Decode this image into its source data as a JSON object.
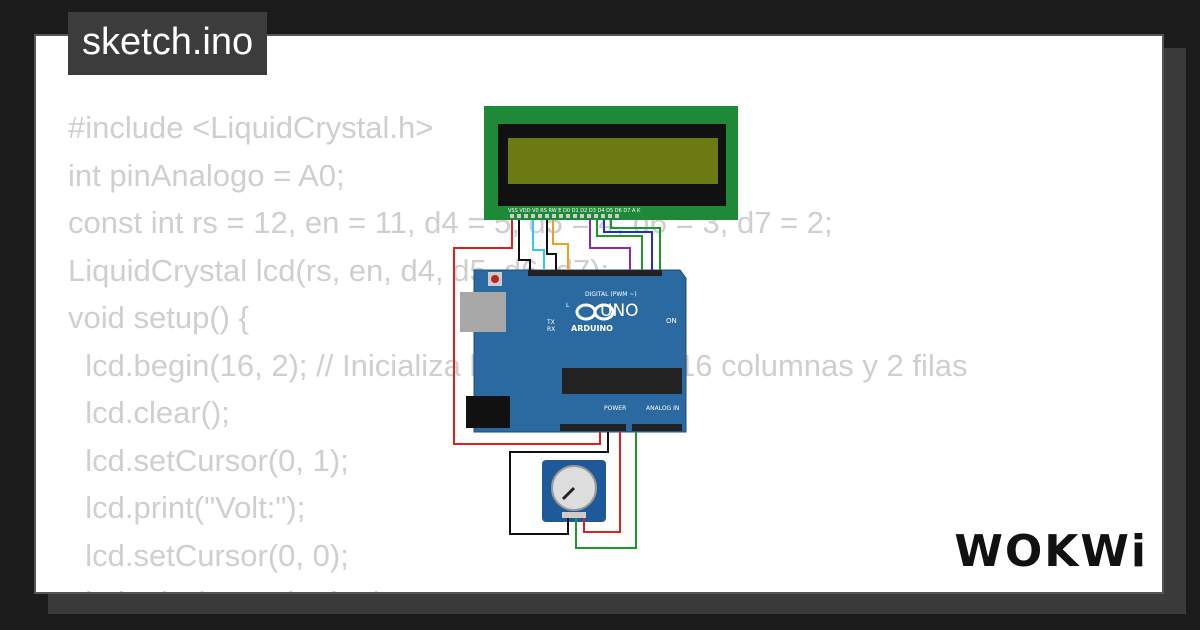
{
  "title": "sketch.ino",
  "code_lines": [
    "#include <LiquidCrystal.h>",
    "int pinAnalogo = A0;",
    "const int rs = 12, en = 11, d4 = 5, d5 = 4, d6 = 3, d7 = 2;",
    "LiquidCrystal lcd(rs, en, d4, d5, d6, d7);",
    "void setup() {",
    "  lcd.begin(16, 2); // Inicializa la pantalla con 16 columnas y 2 filas",
    "  lcd.clear();",
    "  lcd.setCursor(0, 1);",
    "  lcd.print(\"Volt:\");",
    "  lcd.setCursor(0, 0);",
    "  lcd.print(\"Resultado:\");"
  ],
  "board": {
    "brand": "ARDUINO",
    "model": "UNO",
    "digital_label": "DIGITAL (PWM ~)",
    "power_label": "POWER",
    "analog_label": "ANALOG IN",
    "on_label": "ON",
    "tx_label": "TX",
    "rx_label": "RX",
    "l_label": "L"
  },
  "lcd": {
    "pins_label": "VSS VDD V0 RS RW E D0 D1 D2 D3 D4 D5 D6 D7 A K"
  },
  "logo": "WOKWi",
  "colors": {
    "background": "#1b1b1b",
    "card": "#ffffff",
    "code_text": "#cfcfcf",
    "title_bg": "#3c3c3c",
    "lcd_pcb": "#1e8a38",
    "lcd_screen": "#6b7a12",
    "arduino_blue": "#2b6aa0",
    "pot_blue": "#1e5a9a",
    "wire_red": "#e02020",
    "wire_black": "#111111",
    "wire_green": "#1a9a2a",
    "wire_cyan": "#33ccee",
    "wire_orange": "#f0a020",
    "wire_purple": "#8a2ab0",
    "wire_blue": "#2030d0"
  }
}
